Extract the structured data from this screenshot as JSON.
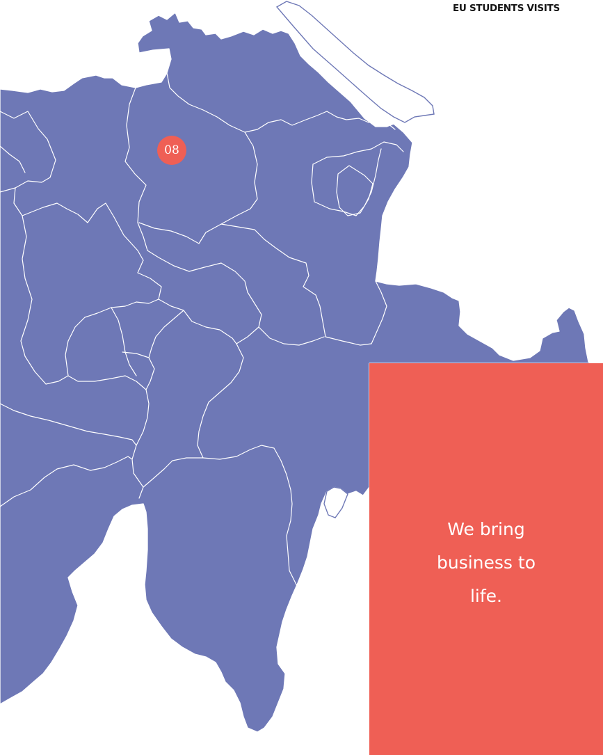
{
  "header": {
    "link_label": "EU STUDENTS VISITS"
  },
  "map": {
    "marker": {
      "label": "08"
    }
  },
  "promo": {
    "text": "We bring business to life."
  },
  "colors": {
    "map_fill": "#6e78b6",
    "region_borders": "#ffffff",
    "marker": "#ef5f55",
    "promo_background": "#ef5f55",
    "promo_text": "#ffffff",
    "header_text": "#141414"
  },
  "icons": {
    "map": "region-map"
  }
}
